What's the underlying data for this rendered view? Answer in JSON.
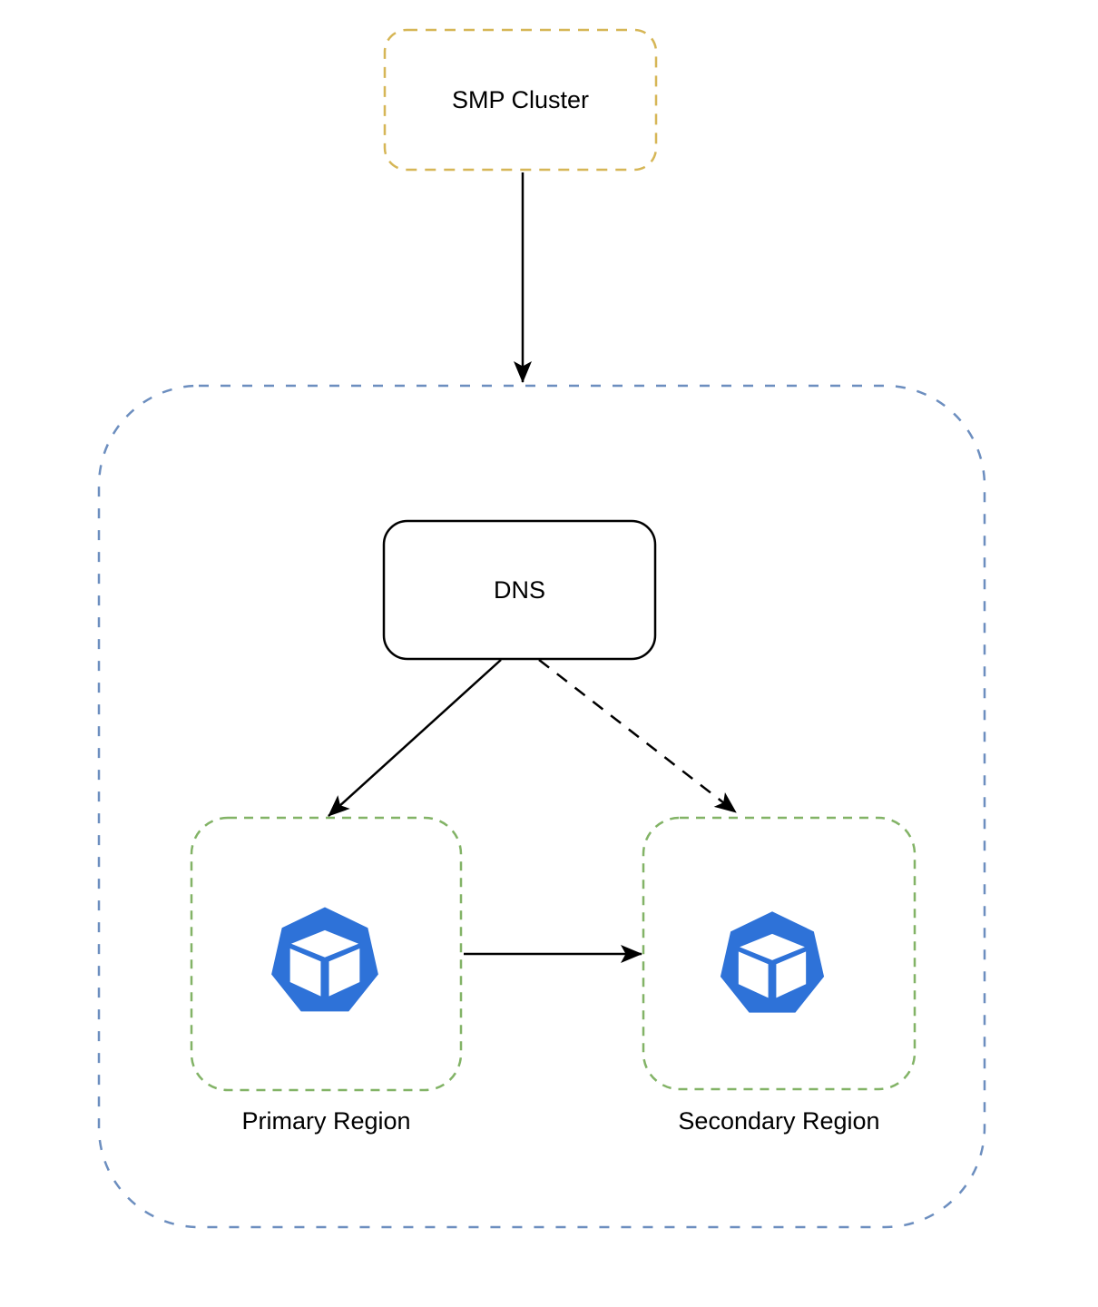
{
  "diagram": {
    "smp_cluster": {
      "label": "SMP Cluster",
      "border_color": "#d6b656"
    },
    "dns": {
      "label": "DNS",
      "border_color": "#000000"
    },
    "region_container": {
      "border_color": "#6c8ebf"
    },
    "primary_region": {
      "label": "Primary Region",
      "border_color": "#82b366"
    },
    "secondary_region": {
      "label": "Secondary Region",
      "border_color": "#82b366"
    },
    "icon": {
      "name": "workload-cube-icon",
      "color": "#2e72d8",
      "cube_face_color": "#ffffff"
    },
    "edge_color": "#000000",
    "edges": [
      {
        "from": "smp_cluster",
        "to": "region_container",
        "style": "solid"
      },
      {
        "from": "dns",
        "to": "primary_region",
        "style": "solid"
      },
      {
        "from": "dns",
        "to": "secondary_region",
        "style": "dashed"
      },
      {
        "from": "primary_region",
        "to": "secondary_region",
        "style": "solid"
      }
    ]
  }
}
